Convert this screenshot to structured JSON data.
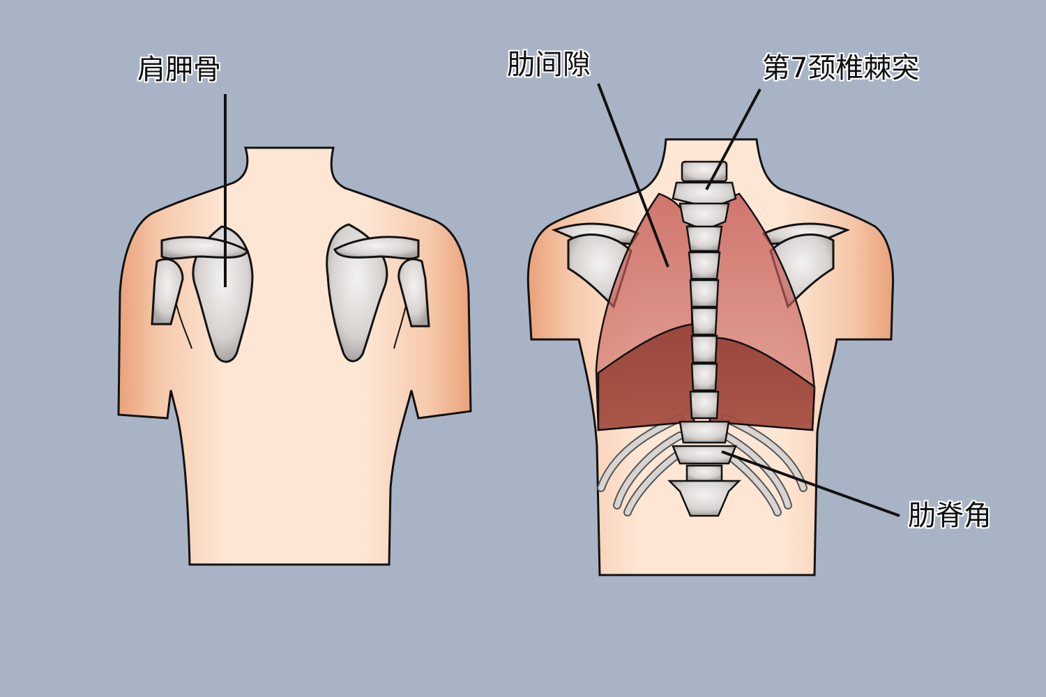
{
  "figure": {
    "background_color": "#a8b4c6",
    "skin_color": "#fde3cf",
    "skin_shadow_color": "#e9a27a",
    "bone_color": "#d8d4d2",
    "lung_color": "#c0504a",
    "outline_color": "#111111"
  },
  "left_figure": {
    "view": "back, skin surface with scapulae",
    "labels": [
      {
        "text": "肩胛骨",
        "meaning": "scapula"
      }
    ]
  },
  "right_figure": {
    "view": "back, with spine, ribs and lungs",
    "labels": [
      {
        "text": "肋间隙",
        "meaning": "intercostal space"
      },
      {
        "text": "第7颈椎棘突",
        "meaning": "7th cervical spinous process"
      },
      {
        "text": "肋脊角",
        "meaning": "costovertebral angle"
      }
    ]
  }
}
